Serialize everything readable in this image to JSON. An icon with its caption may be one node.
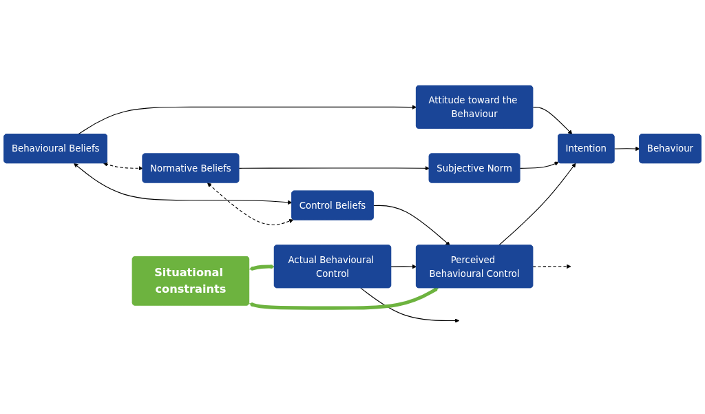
{
  "diagram": {
    "nodes": [
      {
        "text": [
          "Behavioural Beliefs"
        ]
      },
      {
        "text": [
          "Attitude toward the Behaviour"
        ]
      },
      {
        "text": [
          "Normative Beliefs"
        ]
      },
      {
        "text": [
          "Subjective Norm"
        ]
      },
      {
        "text": [
          "Intention"
        ]
      },
      {
        "text": [
          "Behaviour"
        ]
      },
      {
        "text": [
          "Control Beliefs"
        ]
      },
      {
        "text": [
          "Perceived Behavioural Control"
        ]
      },
      {
        "text": [
          "Actual Behavioural Control"
        ]
      },
      {
        "text": [
          "Situational constraints"
        ]
      }
    ],
    "edges": [
      {
        "from": 0,
        "to": 1,
        "arrow": "to"
      },
      {
        "from": 2,
        "to": 3,
        "arrow": "to"
      },
      {
        "from": 6,
        "to": 7,
        "arrow": "to"
      },
      {
        "from": 1,
        "to": 4,
        "arrow": "to"
      },
      {
        "from": 3,
        "to": 4,
        "arrow": "to"
      },
      {
        "from": 7,
        "to": 4,
        "arrow": "to"
      },
      {
        "from": 4,
        "to": 5,
        "arrow": "to"
      },
      {
        "from": 7,
        "to": null,
        "arrow": "to",
        "style": "dashed"
      },
      {
        "from": 8,
        "to": null,
        "arrow": "to"
      },
      {
        "from": 8,
        "to": 7,
        "arrow": "to"
      },
      {
        "from": 0,
        "to": 6,
        "arrow": "both"
      },
      {
        "from": 0,
        "to": 2,
        "arrow": "both",
        "style": "dashed"
      },
      {
        "from": 2,
        "to": 6,
        "arrow": "both",
        "style": "dashed"
      },
      {
        "from": 9,
        "to": 7,
        "arrow": "both",
        "style": "thick",
        "color": "#6db33f"
      },
      {
        "from": 9,
        "to": 8,
        "arrow": "both",
        "style": "thick",
        "color": "#6db33f"
      }
    ]
  }
}
